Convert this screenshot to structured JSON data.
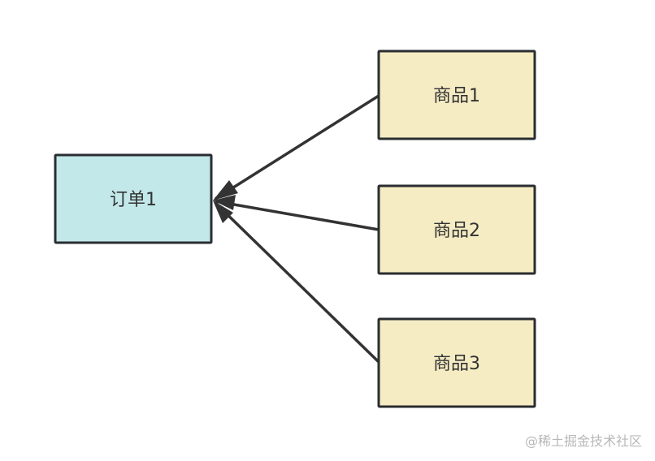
{
  "order": {
    "label": "订单1",
    "color": "#c3e8ea"
  },
  "products": [
    {
      "label": "商品1",
      "color": "#f5ecc4"
    },
    {
      "label": "商品2",
      "color": "#f5ecc4"
    },
    {
      "label": "商品3",
      "color": "#f5ecc4"
    }
  ],
  "watermark": "@稀土掘金技术社区"
}
